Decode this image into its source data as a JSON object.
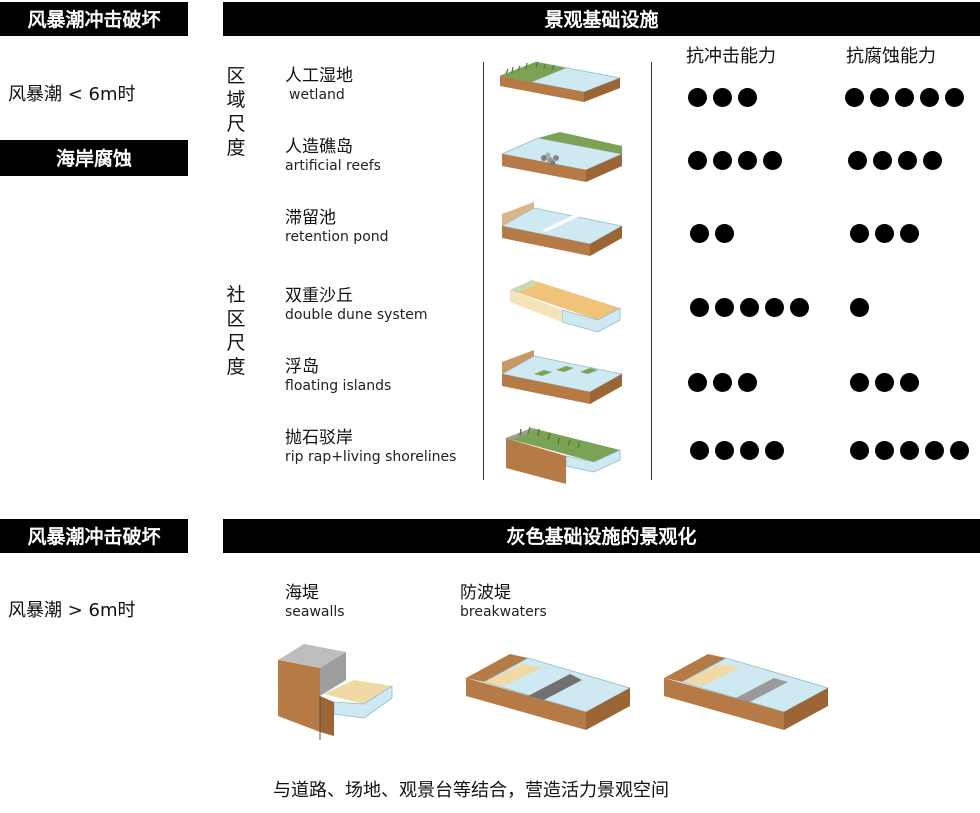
{
  "top": {
    "left_label_1": "风暴潮冲击破坏",
    "left_label_2": "海岸腐蚀",
    "condition": "风暴潮 < 6m时",
    "header": "景观基础设施",
    "col_impact": "抗冲击能力",
    "col_corrosion": "抗腐蚀能力",
    "scale_regional": "区域尺度",
    "scale_community": "社区尺度",
    "items": [
      {
        "zh": "人工湿地",
        "en": "wetland",
        "impact": 3,
        "corrosion": 5
      },
      {
        "zh": "人造礁岛",
        "en": "artificial reefs",
        "impact": 4,
        "corrosion": 4
      },
      {
        "zh": "滞留池",
        "en": "retention pond",
        "impact": 2,
        "corrosion": 3
      },
      {
        "zh": "双重沙丘",
        "en": "double dune system",
        "impact": 5,
        "corrosion": 1
      },
      {
        "zh": "浮岛",
        "en": "floating islands",
        "impact": 3,
        "corrosion": 3
      },
      {
        "zh": "抛石驳岸",
        "en": "rip rap+living shorelines",
        "impact": 4,
        "corrosion": 5
      }
    ]
  },
  "bottom": {
    "left_label": "风暴潮冲击破坏",
    "condition": "风暴潮 > 6m时",
    "header": "灰色基础设施的景观化",
    "items": [
      {
        "zh": "海堤",
        "en": "seawalls"
      },
      {
        "zh": "防波堤",
        "en": "breakwaters"
      }
    ],
    "caption": "与道路、场地、观景台等结合，营造活力景观空间"
  },
  "colors": {
    "bar": "#000000",
    "soil": "#b57a45",
    "water": "#cfe9f3",
    "sand": "#f1d9a6",
    "grass": "#6f9a4a"
  }
}
